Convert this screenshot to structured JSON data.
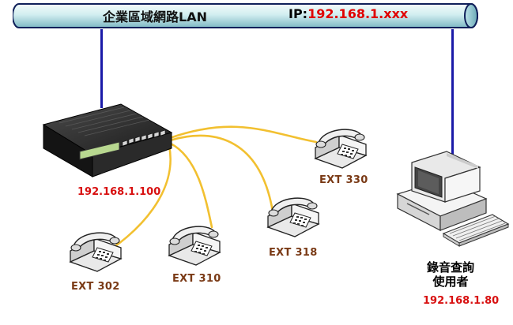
{
  "lan": {
    "title": "企業區域網路LAN",
    "ip_label": "IP:",
    "ip_value": "192.168.1.xxx"
  },
  "gateway": {
    "ip": "192.168.1.100",
    "icon": "voip-gateway-icon"
  },
  "phones": [
    {
      "label": "EXT 302",
      "icon": "telephone-icon"
    },
    {
      "label": "EXT 310",
      "icon": "telephone-icon"
    },
    {
      "label": "EXT 318",
      "icon": "telephone-icon"
    },
    {
      "label": "EXT 330",
      "icon": "telephone-icon"
    }
  ],
  "computer": {
    "caption_line1": "錄音查詢",
    "caption_line2": "使用者",
    "ip": "192.168.1.80",
    "icon": "desktop-computer-icon"
  },
  "colors": {
    "lan_line": "#1a1aa8",
    "phone_cord": "#f2c030",
    "ip_text": "#d81010",
    "ext_text": "#7a3a16"
  }
}
